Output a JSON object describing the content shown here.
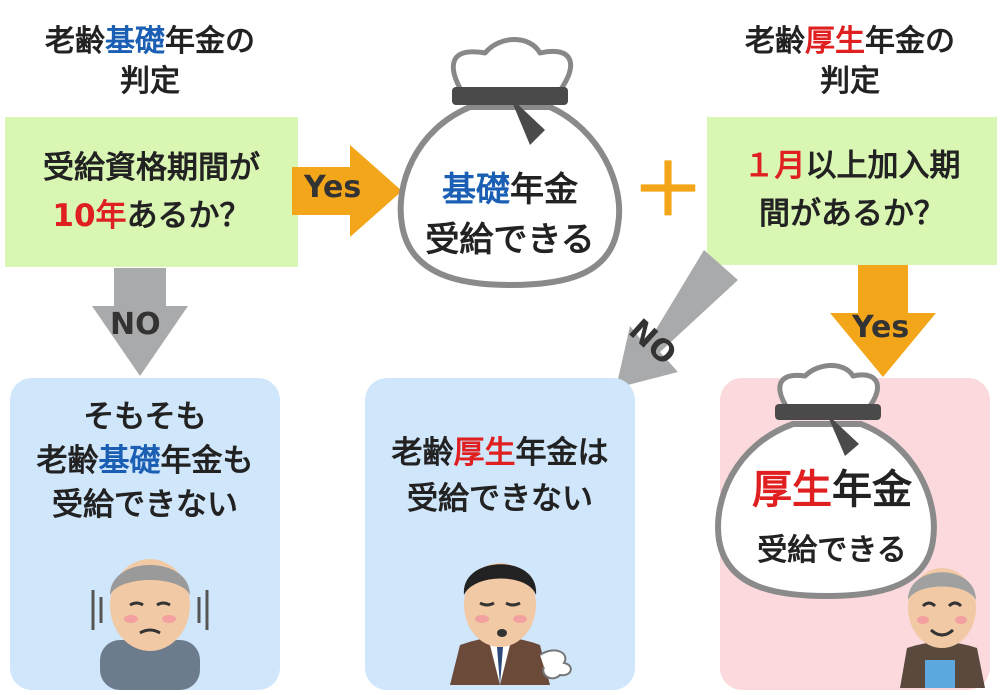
{
  "left_header": {
    "part1": "老齢",
    "part2": "基礎",
    "part3": "年金の",
    "line2": "判定"
  },
  "right_header": {
    "part1": "老齢",
    "part2": "厚生",
    "part3": "年金の",
    "line2": "判定"
  },
  "left_question": {
    "line1": "受給資格期間が",
    "line2_red": "10年",
    "line2_rest": "あるか？"
  },
  "right_question": {
    "line1_red": "１月",
    "line1_rest": "以上加入期",
    "line2": "間があるか？"
  },
  "center_bag": {
    "line1_blue": "基礎",
    "line1_rest": "年金",
    "line2": "受給できる"
  },
  "plus": "＋",
  "arrows": {
    "yes_left": "Yes",
    "no_left": "NO",
    "no_right": "NO",
    "yes_right": "Yes"
  },
  "result_left": {
    "line1": "そもそも",
    "line2_a": "老齢",
    "line2_b": "基礎",
    "line2_c": "年金も",
    "line3": "受給できない"
  },
  "result_middle": {
    "line1_a": "老齢",
    "line1_b": "厚生",
    "line1_c": "年金は",
    "line2": "受給できない"
  },
  "result_right": {
    "line1_red": "厚生",
    "line1_rest": "年金",
    "line2": "受給できる"
  },
  "colors": {
    "green_box": "#d9f6b3",
    "blue_card": "#cfe6fb",
    "pink_card": "#fbd9dd",
    "orange_arrow": "#f4a61b",
    "gray_arrow": "#a9aaab",
    "blue_text": "#1a5fb4",
    "red_text": "#e02020"
  }
}
